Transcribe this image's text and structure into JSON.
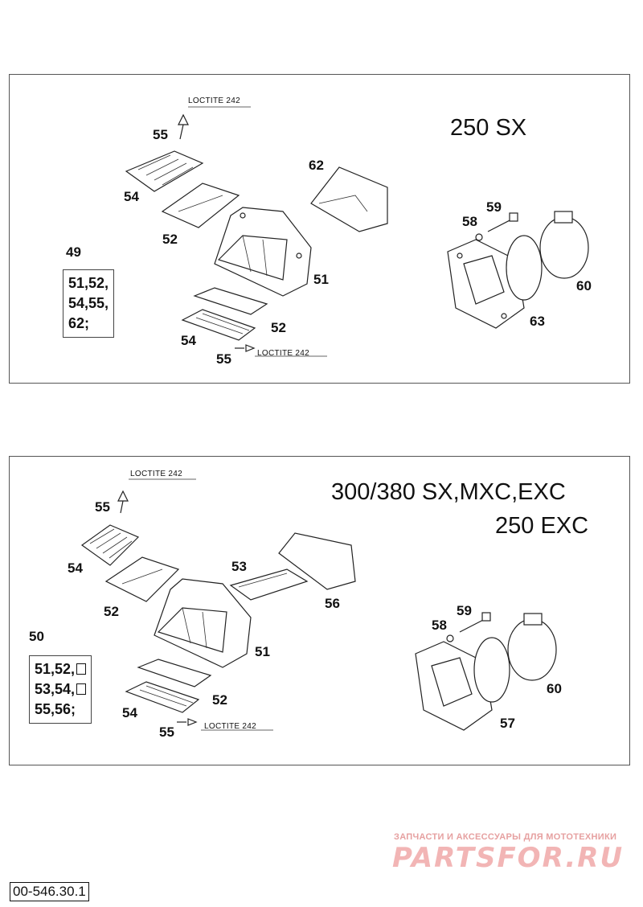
{
  "panels": [
    {
      "model_lines": [
        "250 SX"
      ],
      "kit": {
        "number": "49",
        "lines": [
          "51,52,",
          "54,55,",
          "62;"
        ]
      },
      "callouts": {
        "c55a": "55",
        "c54a": "54",
        "c52a": "52",
        "c62": "62",
        "c51": "51",
        "c52b": "52",
        "c54b": "54",
        "c55b": "55",
        "c59": "59",
        "c58": "58",
        "c60": "60",
        "c63": "63"
      },
      "loctite": [
        "LOCTITE 242",
        "LOCTITE 242"
      ]
    },
    {
      "model_lines": [
        "300/380 SX,MXC,EXC",
        "250 EXC"
      ],
      "kit": {
        "number": "50",
        "lines": [
          "51,52,",
          "53,54,",
          "55,56;"
        ]
      },
      "callouts": {
        "c55a": "55",
        "c54a": "54",
        "c52a": "52",
        "c53": "53",
        "c56": "56",
        "c51": "51",
        "c52b": "52",
        "c54b": "54",
        "c55b": "55",
        "c59": "59",
        "c58": "58",
        "c60": "60",
        "c57": "57"
      },
      "loctite": [
        "LOCTITE 242",
        "LOCTITE 242"
      ]
    }
  ],
  "watermark": {
    "subtitle": "ЗАПЧАСТИ И АКСЕССУАРЫ ДЛЯ МОТОТЕХНИКИ",
    "brand": "PARTSFOR.RU"
  },
  "document_number": "00-546.30.1"
}
